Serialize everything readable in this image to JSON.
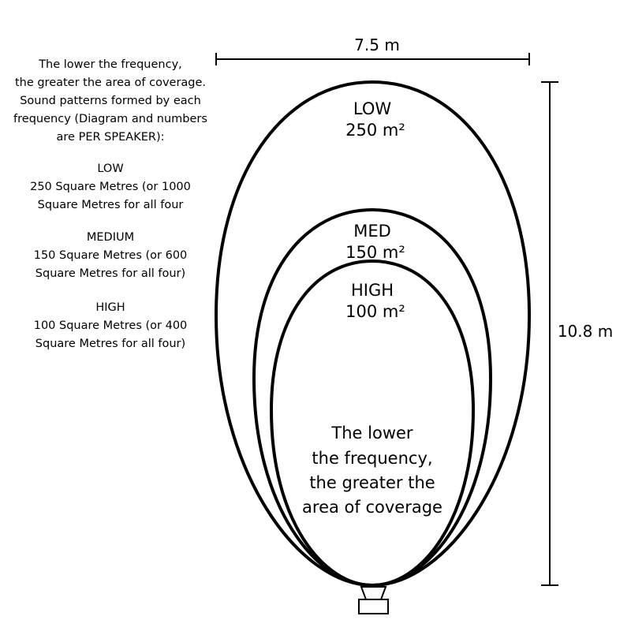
{
  "intro": [
    "The lower the frequency,",
    "the greater the area of coverage.",
    "Sound patterns formed by each",
    "frequency (Diagram and numbers",
    "are PER SPEAKER):"
  ],
  "bands": [
    {
      "name": "LOW",
      "line1": "250 Square Metres (or 1000",
      "line2": "Square Metres for all four"
    },
    {
      "name": "MEDIUM",
      "line1": "150 Square Metres (or 600",
      "line2": "Square Metres for all four)"
    },
    {
      "name": "HIGH",
      "line1": "100 Square Metres (or 400",
      "line2": "Square Metres for all four)"
    }
  ],
  "diagram": {
    "width_label": "7.5 m",
    "height_label": "10.8 m",
    "low": {
      "name": "LOW",
      "area": "250 m²"
    },
    "med": {
      "name": "MED",
      "area": "150 m²"
    },
    "high": {
      "name": "HIGH",
      "area": "100 m²"
    },
    "center_text": [
      "The lower",
      "the frequency,",
      "the greater the",
      "area of coverage"
    ],
    "stroke_color": "#000000",
    "speaker_icon": "speaker-icon"
  }
}
